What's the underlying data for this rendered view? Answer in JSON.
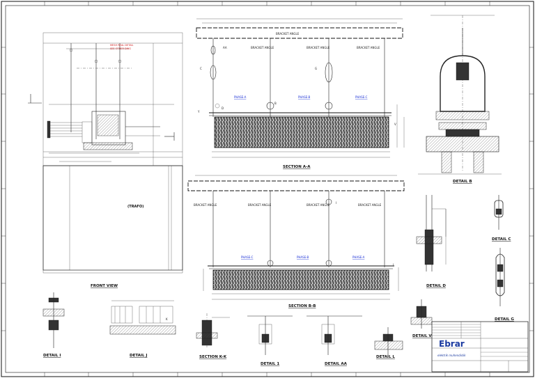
{
  "front_view": {
    "title": "FRONT VIEW",
    "trafo_label": "(TRAFO)",
    "note_red": "MESH REAL DETAIL",
    "note_red_sub": "SEE OTHER DWG"
  },
  "section_aa": {
    "title": "SECTION A-A",
    "phase_labels": [
      "PHASE-A",
      "PHASE-B",
      "PHASE-C"
    ],
    "callouts": [
      "BRACKET ANGLE",
      "BRACKET ANGLE",
      "BRACKET ANGLE",
      "BRACKET ANGLE"
    ]
  },
  "section_bb": {
    "title": "SECTION B-B",
    "phase_labels": [
      "PHASE-C",
      "PHASE-B",
      "PHASE-A"
    ],
    "callouts": [
      "BRACKET ANGLE",
      "BRACKET ANGLE",
      "BRACKET ANGLE",
      "BRACKET ANGLE"
    ]
  },
  "details": {
    "detail_b": "DETAIL B",
    "detail_c": "DETAIL C",
    "detail_d": "DETAIL D",
    "detail_g": "DETAIL G",
    "detail_i": "DETAIL I",
    "detail_j": "DETAIL J",
    "section_kk": "SECTION K-K",
    "detail_l": "DETAIL L",
    "detail_aa": "DETAIL AA",
    "detail_1": "DETAIL 1",
    "detail_v": "DETAIL V"
  },
  "title_block": {
    "logo": "Ebrar",
    "logo_sub": "elektrik muhendislik"
  },
  "markers": {
    "aa": "AA",
    "c": "C",
    "d": "D",
    "b": "B",
    "g": "G",
    "y": "Y",
    "v": "V",
    "i": "I",
    "l": "L",
    "k": "K"
  }
}
